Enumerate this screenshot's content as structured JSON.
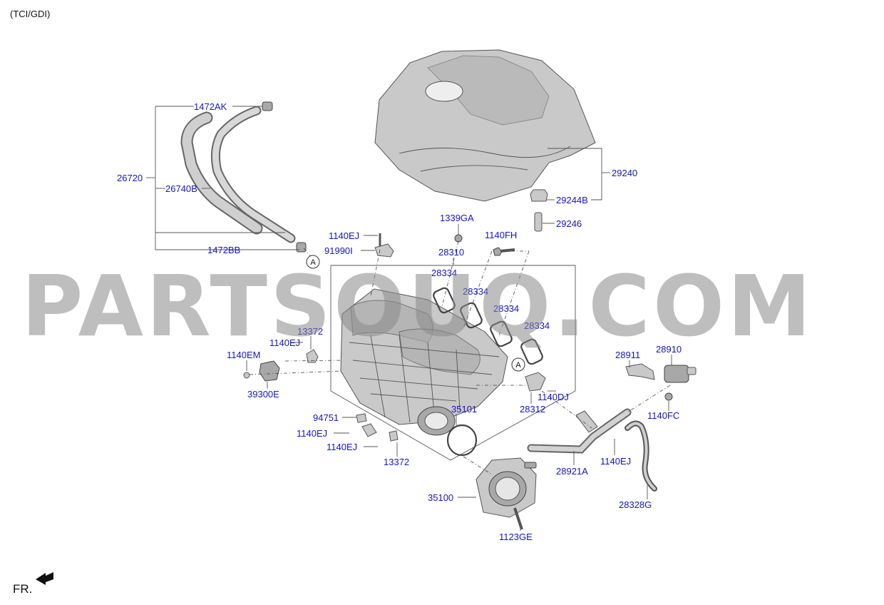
{
  "header": {
    "variant": "(TCI/GDI)"
  },
  "footer": {
    "direction": "FR."
  },
  "watermark": {
    "text": "PARTSOUQ.COM"
  },
  "callouts": {
    "ref_a": "A"
  },
  "labels": {
    "p1472AK": "1472AK",
    "p26720": "26720",
    "p26740B": "26740B",
    "p1472BB": "1472BB",
    "p29240": "29240",
    "p29244B": "29244B",
    "p29246": "29246",
    "p1339GA": "1339GA",
    "p1140FH": "1140FH",
    "p1140EJ_a": "1140EJ",
    "p91990I": "91990I",
    "p28310": "28310",
    "p28334_a": "28334",
    "p28334_b": "28334",
    "p28334_c": "28334",
    "p28334_d": "28334",
    "p13372_a": "13372",
    "p1140EJ_b": "1140EJ",
    "p1140EM": "1140EM",
    "p39300E": "39300E",
    "p28911": "28911",
    "p28910": "28910",
    "p1140DJ": "1140DJ",
    "p28312": "28312",
    "p1140FC": "1140FC",
    "p35101": "35101",
    "p94751": "94751",
    "p1140EJ_c": "1140EJ",
    "p1140EJ_d": "1140EJ",
    "p13372_b": "13372",
    "p28921A": "28921A",
    "p1140EJ_e": "1140EJ",
    "p28328G": "28328G",
    "p35100": "35100",
    "p1123GE": "1123GE"
  },
  "colors": {
    "label_text": "#1414c8",
    "part_fill": "#c9c9c9",
    "watermark": "#8a8a8a"
  }
}
